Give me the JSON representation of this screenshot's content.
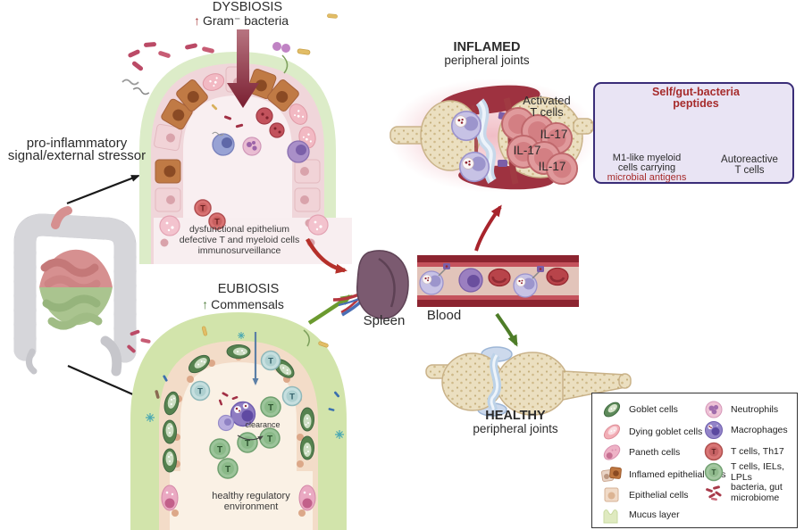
{
  "glyphs": {
    "t": "T",
    "up": "↑"
  },
  "dysbiosis": {
    "title": "DYSBIOSIS",
    "subtitle": "Gram⁻ bacteria",
    "caption1": "dysfunctional epithelium",
    "caption2": "defective T and myeloid cells",
    "caption3": "immunosurveillance"
  },
  "stressor": {
    "line1": "pro-inflammatory",
    "line2": "signal/external stressor"
  },
  "eubiosis": {
    "title": "EUBIOSIS",
    "subtitle": "Commensals",
    "clearance": "clearance",
    "caption1": "healthy regulatory",
    "caption2": "environment"
  },
  "organs": {
    "spleen": "Spleen",
    "blood": "Blood"
  },
  "inflamed_joint": {
    "title": "INFLAMED",
    "subtitle": "peripheral joints",
    "activated1": "Activated",
    "activated2": "T cells",
    "il17_a": "IL-17",
    "il17_b": "IL-17",
    "il17_c": "IL-17"
  },
  "healthy_joint": {
    "title": "HEALTHY",
    "subtitle": "peripheral joints"
  },
  "peptide_box": {
    "title1": "Self/gut-bacteria",
    "title2": "peptides",
    "myeloid1": "M1-like myeloid",
    "myeloid2": "cells carrying",
    "myeloid3": "microbial antigens",
    "tcell1": "Autoreactive",
    "tcell2": "T cells"
  },
  "legend": {
    "left": [
      "Goblet cells",
      "Dying goblet cells",
      "Paneth cells",
      "Inflamed epithelial cells",
      "Epithelial cells",
      "Mucus layer"
    ],
    "right": [
      "Neutrophils",
      "Macrophages",
      "T cells, Th17",
      "T cells, IELs, LPLs",
      "bacteria, gut microbiome"
    ]
  },
  "colors": {
    "accent_red": "#a62b2b",
    "box_border": "#3a2d78",
    "eubiosis_green": "#4e7d3a"
  }
}
